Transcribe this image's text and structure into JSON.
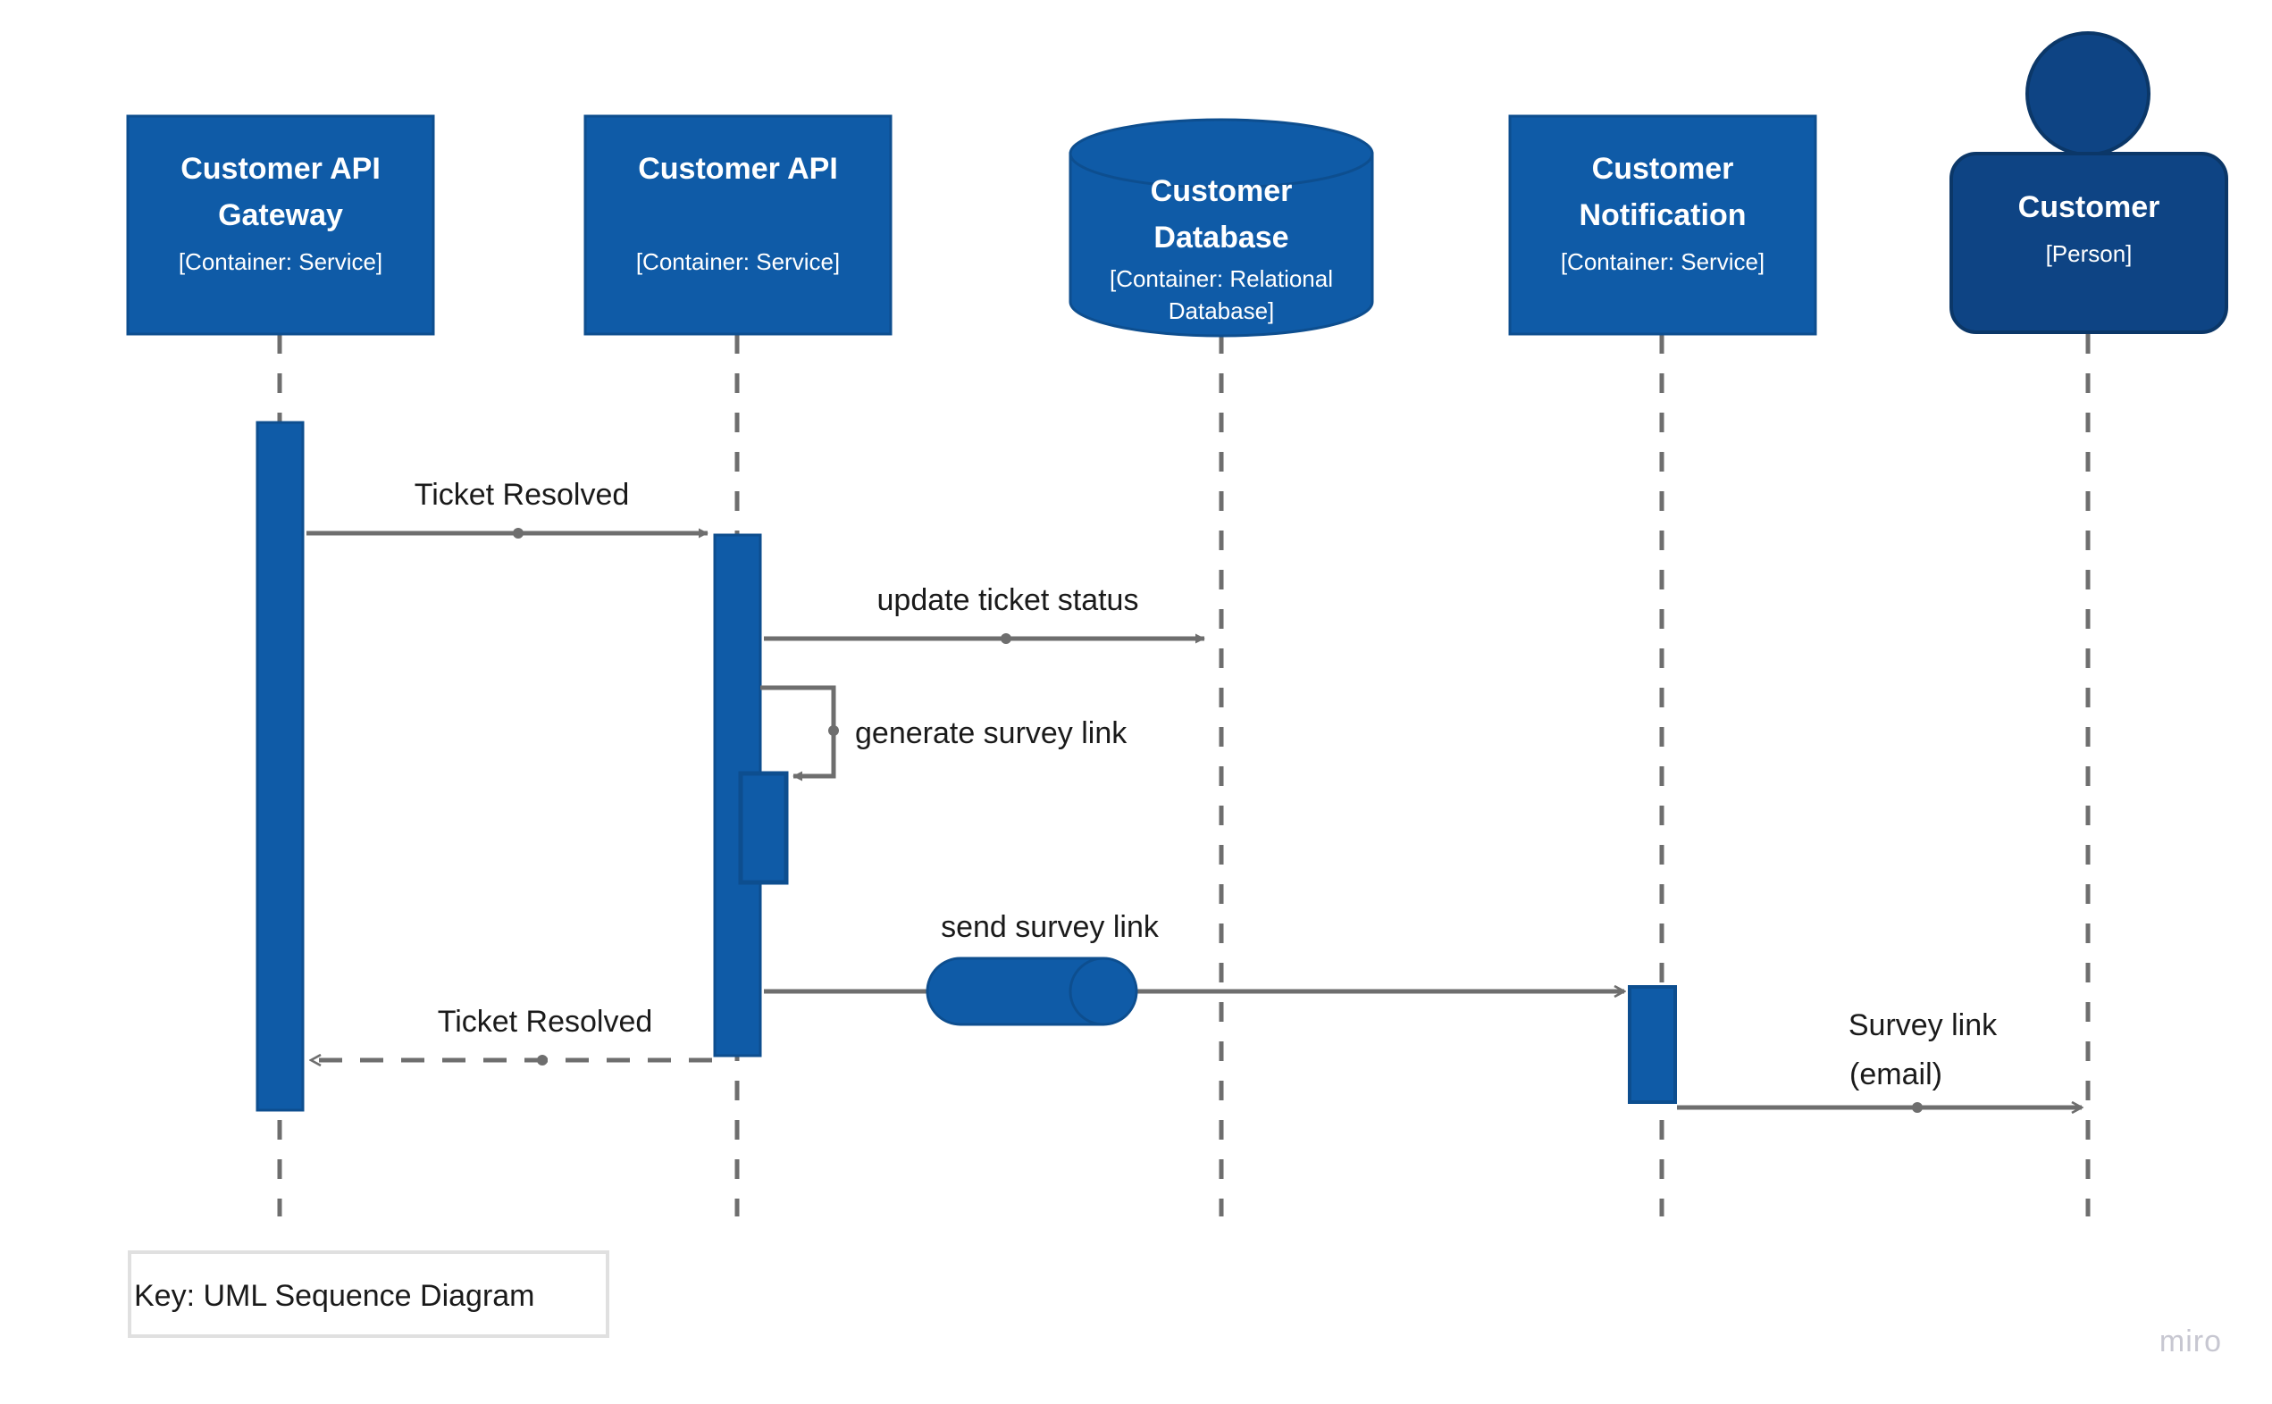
{
  "diagram": {
    "kind": "uml-sequence-diagram",
    "key_label": "Key: UML Sequence Diagram",
    "watermark": "miro",
    "colors": {
      "container_fill": "#0F5BA7",
      "container_stroke": "#0D4E8F",
      "person_fill": "#0E4484",
      "person_stroke": "#0B3768",
      "activation_fill": "#0F5BA7",
      "activation_stroke": "#0D4E8F",
      "lifeline": "#6E6E6E",
      "arrow": "#6E6E6E",
      "label_text": "#1a1a1a",
      "key_border": "#E0E0E0",
      "background": "#FFFFFF",
      "watermark": "#C7C7D1"
    },
    "participants": [
      {
        "id": "api-gateway",
        "name": "Customer API Gateway",
        "name_line1": "Customer API",
        "name_line2": "Gateway",
        "technology": "[Container: Service]",
        "shape": "rectangle"
      },
      {
        "id": "customer-api",
        "name": "Customer API",
        "name_line1": "Customer API",
        "name_line2": "",
        "technology": "[Container: Service]",
        "shape": "rectangle"
      },
      {
        "id": "customer-database",
        "name": "Customer Database",
        "name_line1": "Customer",
        "name_line2": "Database",
        "technology_line1": "[Container: Relational",
        "technology_line2": "Database]",
        "technology": "[Container: Relational Database]",
        "shape": "cylinder"
      },
      {
        "id": "customer-notification",
        "name": "Customer Notification",
        "name_line1": "Customer",
        "name_line2": "Notification",
        "technology": "[Container: Service]",
        "shape": "rectangle"
      },
      {
        "id": "customer",
        "name": "Customer",
        "name_line1": "Customer",
        "name_line2": "",
        "technology": "[Person]",
        "shape": "person"
      }
    ],
    "messages": [
      {
        "id": "m1",
        "label": "Ticket Resolved",
        "from": "api-gateway",
        "to": "customer-api",
        "style": "solid",
        "arrowhead": "filled"
      },
      {
        "id": "m2",
        "label": "update ticket status",
        "from": "customer-api",
        "to": "customer-database",
        "style": "solid",
        "arrowhead": "filled"
      },
      {
        "id": "m3",
        "label": "generate survey link",
        "from": "customer-api",
        "to": "customer-api",
        "style": "solid",
        "arrowhead": "filled",
        "self": true
      },
      {
        "id": "m4",
        "label": "send survey link",
        "from": "customer-api",
        "to": "customer-notification",
        "style": "solid",
        "arrowhead": "open",
        "decorator": "queue-cylinder"
      },
      {
        "id": "m5",
        "label": "Ticket Resolved",
        "from": "customer-api",
        "to": "api-gateway",
        "style": "dashed",
        "arrowhead": "open",
        "return": true
      },
      {
        "id": "m6",
        "label": "Survey link (email)",
        "label_line1": "Survey link",
        "label_line2": "(email)",
        "from": "customer-notification",
        "to": "customer",
        "style": "solid",
        "arrowhead": "open"
      }
    ]
  }
}
